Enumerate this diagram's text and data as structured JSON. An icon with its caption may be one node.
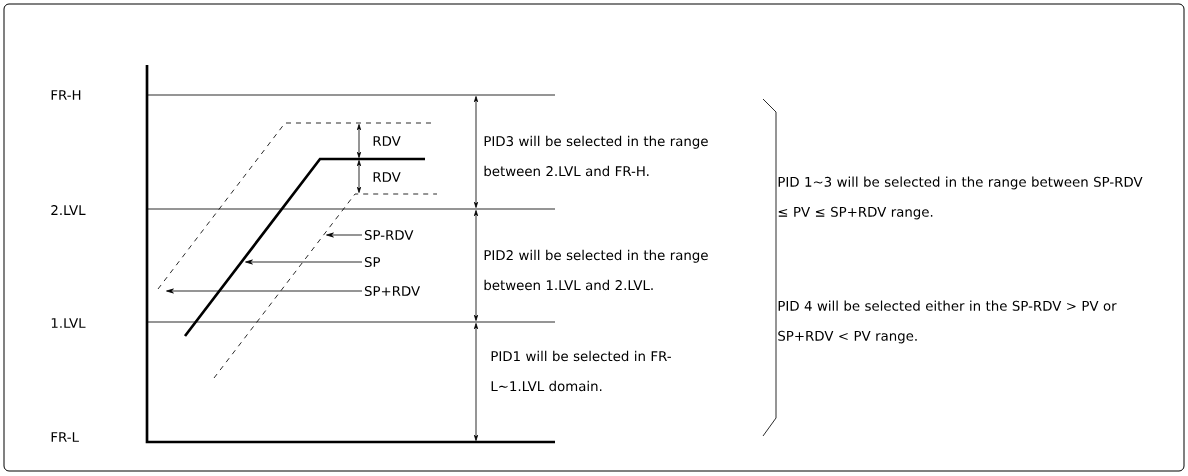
{
  "diagram": {
    "nodes": [
      {
        "text": [
          "SP-RDV"
        ]
      },
      {
        "text": [
          "SP"
        ]
      },
      {
        "text": [
          "SP+RDV"
        ]
      }
    ],
    "edges": [
      {
        "from": 0,
        "to": null,
        "arrow": "to"
      },
      {
        "from": 1,
        "to": null,
        "arrow": "to"
      },
      {
        "from": 2,
        "to": null,
        "arrow": "to"
      }
    ],
    "labels": [
      "FR-H",
      "RDV",
      "RDV",
      "PID3 will be selected in the range between 2.LVL and FR-H.",
      "PID 1∼3 will be selected in the range between SP-RDV ≤ PV ≤ SP+RDV range.",
      "2.LVL",
      "PID2 will be selected in the range between 1.LVL and 2.LVL.",
      "PID 4 will be selected either in the SP-RDV > PV or SP+RDV < PV range.",
      "1.LVL",
      "PID1 will be selected in FR-L∼1.LVL domain.",
      "FR-L"
    ]
  }
}
